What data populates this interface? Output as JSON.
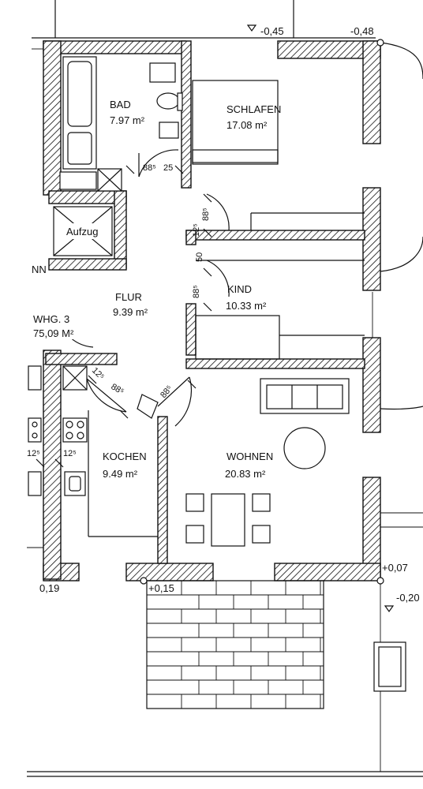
{
  "rooms": {
    "bad": {
      "name": "BAD",
      "area": "7.97 m²"
    },
    "schlafen": {
      "name": "SCHLAFEN",
      "area": "17.08 m²"
    },
    "flur": {
      "name": "FLUR",
      "area": "9.39 m²"
    },
    "kind": {
      "name": "KIND",
      "area": "10.33 m²"
    },
    "kochen": {
      "name": "KOCHEN",
      "area": "9.49 m²"
    },
    "wohnen": {
      "name": "WOHNEN",
      "area": "20.83 m²"
    }
  },
  "unit": {
    "name": "WHG. 3",
    "area": "75,09 M²"
  },
  "elevator_label": "Aufzug",
  "stair_label": "NN",
  "levels": {
    "top_left": "-0,45",
    "top_right": "-0,48",
    "right_mid": "+0,07",
    "right_low": "-0,20",
    "bottom_mid": "+0,15",
    "bottom_left": "0,19"
  },
  "dimensions": {
    "bad_door": "88⁵",
    "bad_door_b": "25",
    "schlafen_door": "88⁵",
    "schlafen_gap": "12⁵",
    "schlafen_gap_b": "50",
    "kind_door": "88⁵",
    "kochen_door": "88⁵",
    "wohnen_door": "88⁵",
    "corner_a": "12⁵",
    "corner_b": "12⁵",
    "corner_c": "12⁵"
  }
}
